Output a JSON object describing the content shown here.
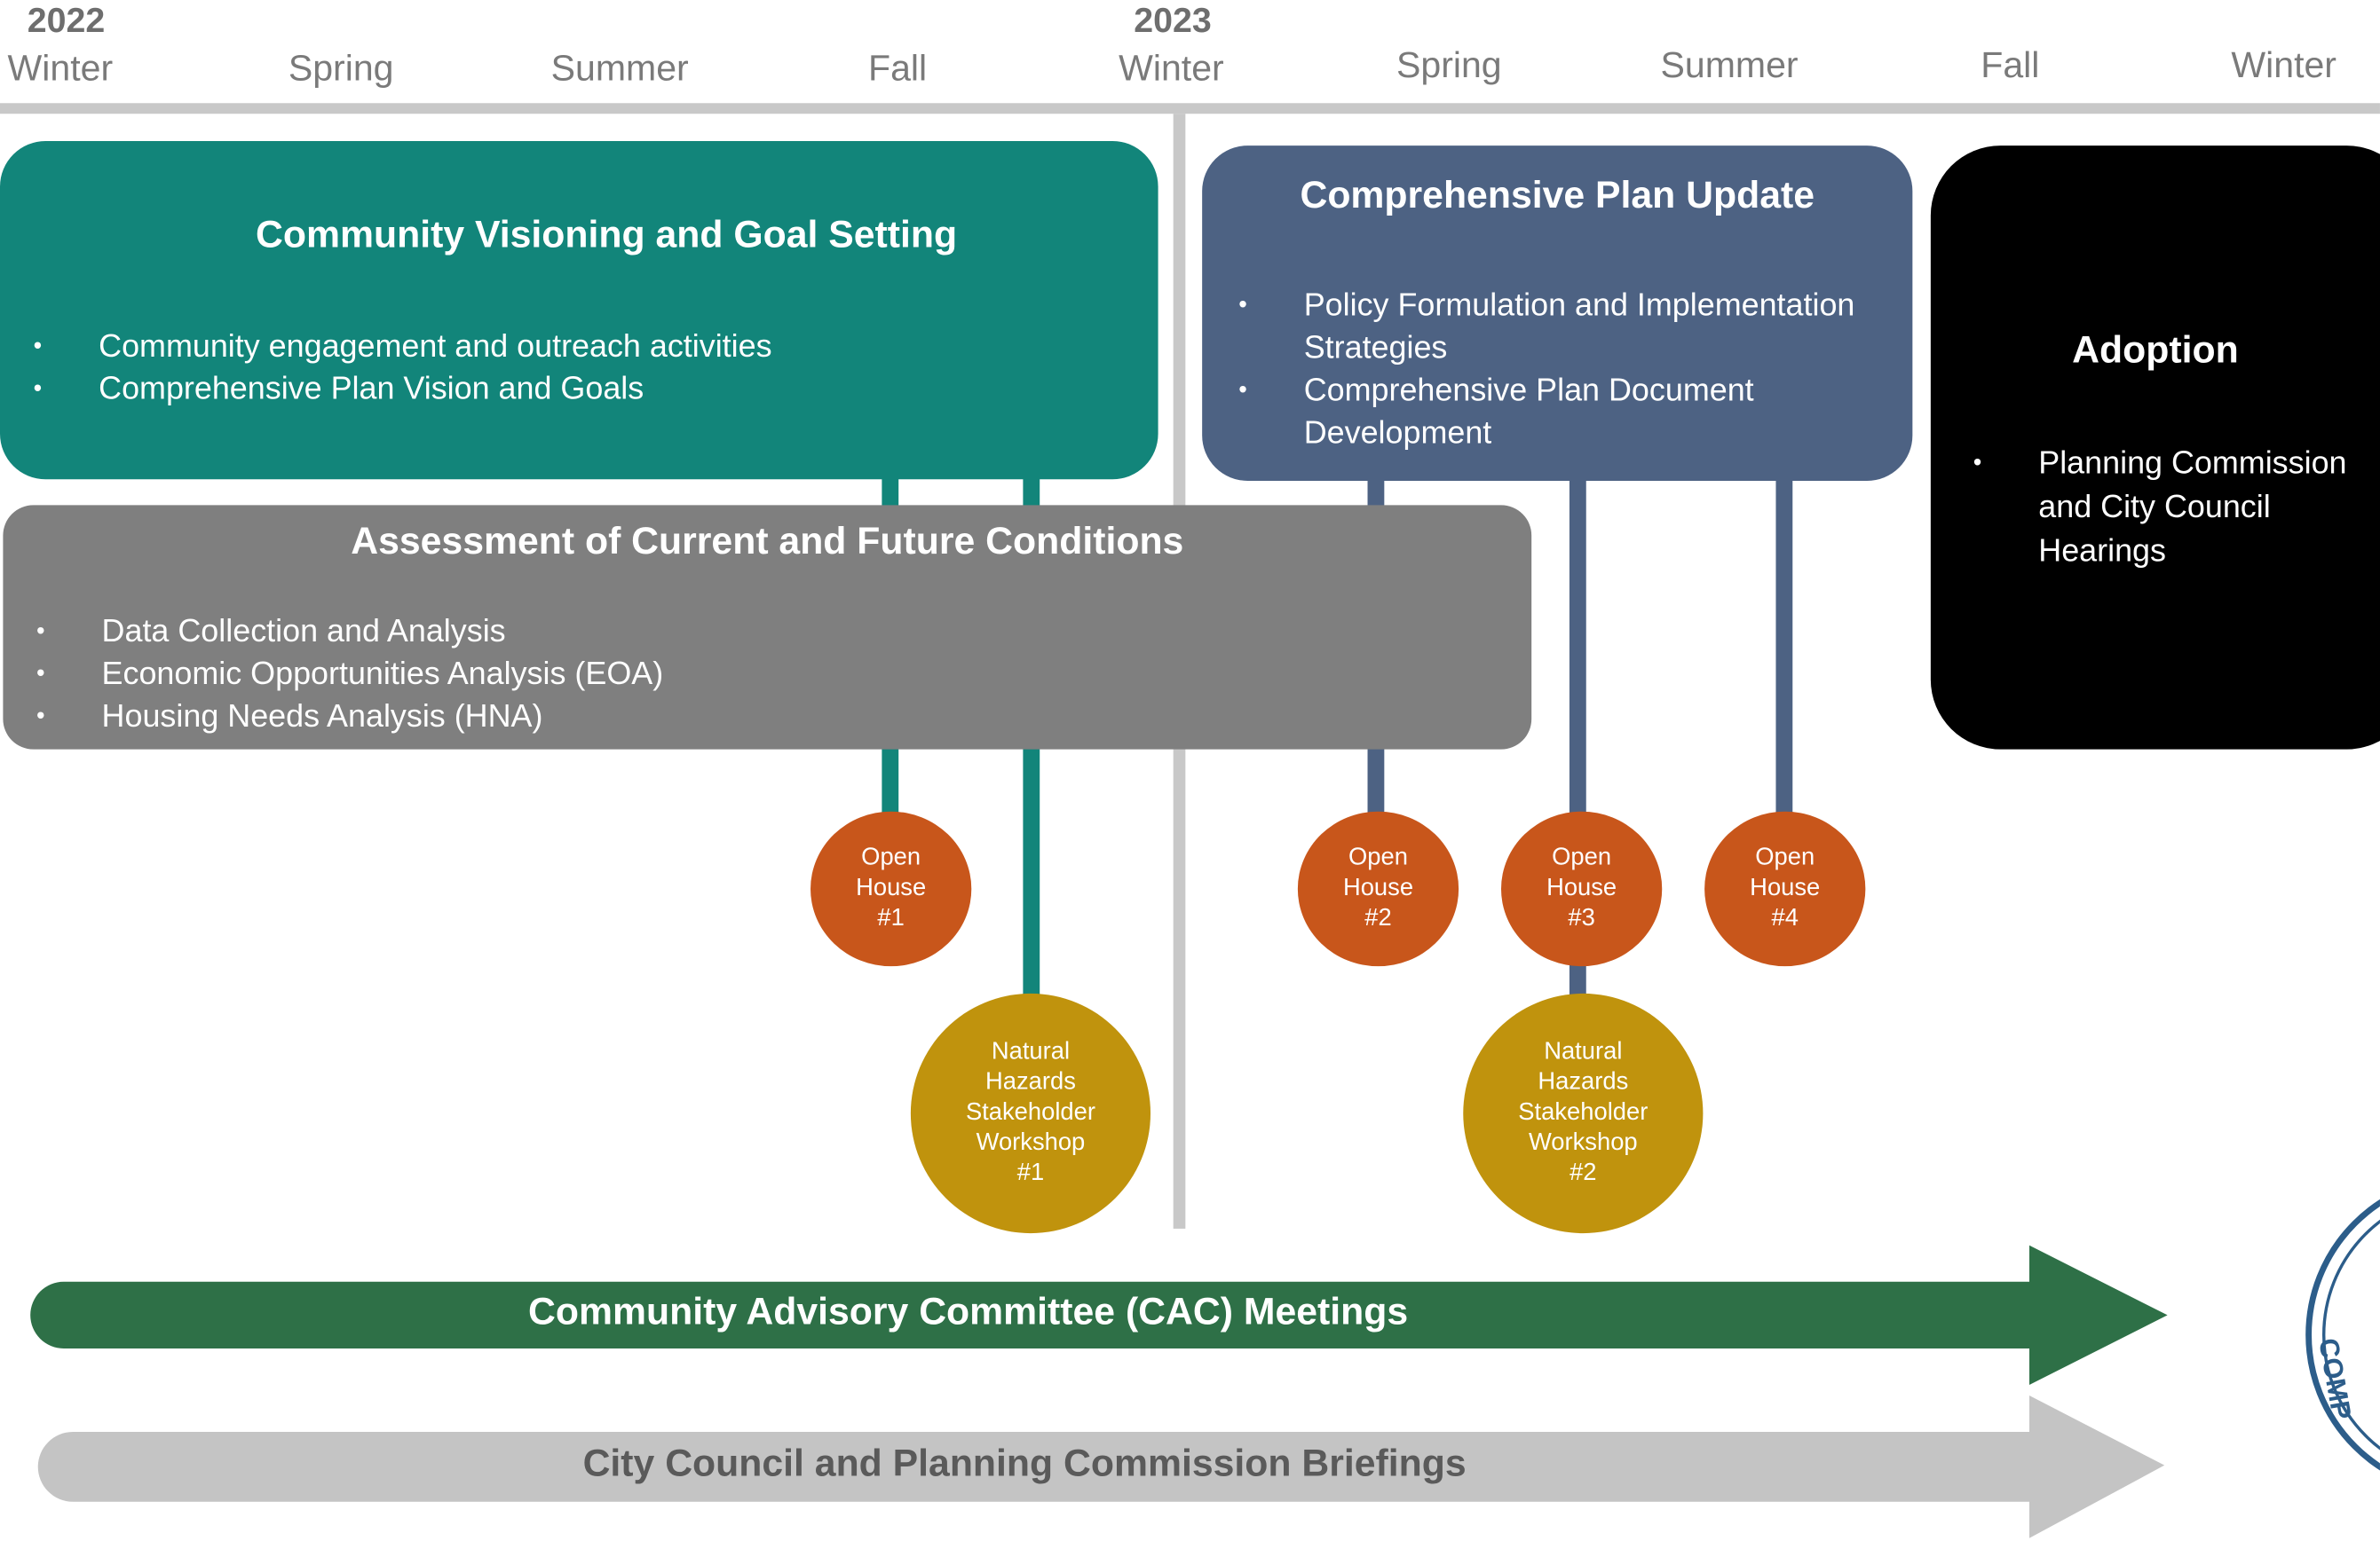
{
  "timeline": {
    "years": [
      "2022",
      "2023"
    ],
    "seasons": [
      "Winter",
      "Spring",
      "Summer",
      "Fall",
      "Winter",
      "Spring",
      "Summer",
      "Fall",
      "Winter"
    ]
  },
  "phases": {
    "visioning": {
      "title": "Community Visioning and Goal Setting",
      "bullets": [
        "Community engagement and outreach activities",
        "Comprehensive Plan Vision and Goals"
      ]
    },
    "assessment": {
      "title": "Assessment of Current and Future Conditions",
      "bullets": [
        "Data Collection and Analysis",
        "Economic Opportunities Analysis (EOA)",
        "Housing Needs Analysis (HNA)"
      ]
    },
    "plan_update": {
      "title": "Comprehensive Plan Update",
      "bullets": [
        "Policy Formulation and Implementation Strategies",
        "Comprehensive Plan Document Development"
      ]
    },
    "adoption": {
      "title": "Adoption",
      "bullets": [
        "Planning Commission and City Council Hearings"
      ]
    }
  },
  "milestones": {
    "open_house_1": "Open\nHouse\n#1",
    "open_house_2": "Open\nHouse\n#2",
    "open_house_3": "Open\nHouse\n#3",
    "open_house_4": "Open\nHouse\n#4",
    "workshop_1": "Natural\nHazards\nStakeholder\nWorkshop\n#1",
    "workshop_2": "Natural\nHazards\nStakeholder\nWorkshop\n#2"
  },
  "tracks": {
    "cac": "Community Advisory Committee (CAC) Meetings",
    "briefings": "City Council and Planning Commission Briefings"
  },
  "logo": {
    "partial_text": "COMP"
  },
  "colors": {
    "visioning": "#12857a",
    "assessment": "#7f7f7f",
    "plan_update": "#4d6283",
    "adoption": "#000000",
    "open_house": "#c8561b",
    "workshop": "#c0930d",
    "cac_arrow": "#2e7047",
    "briefing_arrow": "#c4c4c4",
    "timeline_line": "#c8c8c8",
    "logo": "#2c5d8a"
  }
}
